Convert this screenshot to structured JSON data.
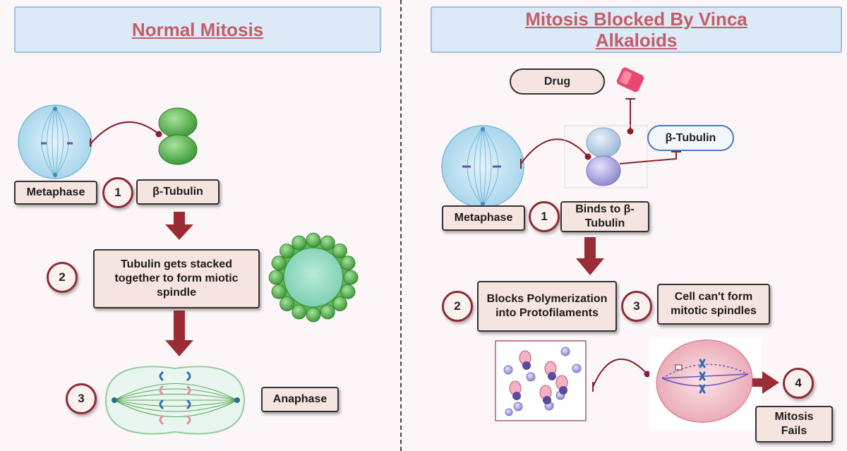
{
  "left_panel": {
    "title": "Normal Mitosis",
    "metaphase_label": "Metaphase",
    "step1_number": "1",
    "tubulin_label": "β-Tubulin",
    "step2_number": "2",
    "step2_text": "Tubulin gets stacked together to form miotic spindle",
    "step3_number": "3",
    "anaphase_label": "Anaphase"
  },
  "right_panel": {
    "title": "Mitosis Blocked By Vinca Alkaloids",
    "drug_label": "Drug",
    "tubulin_label": "β-Tubulin",
    "metaphase_label": "Metaphase",
    "step1_number": "1",
    "step1_text": "Binds to β-Tubulin",
    "step2_number": "2",
    "step2_text": "Blocks Polymerization into Protofilaments",
    "step3_number": "3",
    "step3_text": "Cell can't form mitotic spindles",
    "step4_number": "4",
    "step4_text": "Mitosis Fails"
  },
  "colors": {
    "title_text": "#c35d67",
    "title_bg": "#dce9f6",
    "arrow": "#9b2c35",
    "box_bg": "#f6e4e0",
    "tubulin_green": "#5fb85a",
    "tubulin_purple": "#a9a3dd",
    "cell_blue": "#bfe3f2"
  }
}
